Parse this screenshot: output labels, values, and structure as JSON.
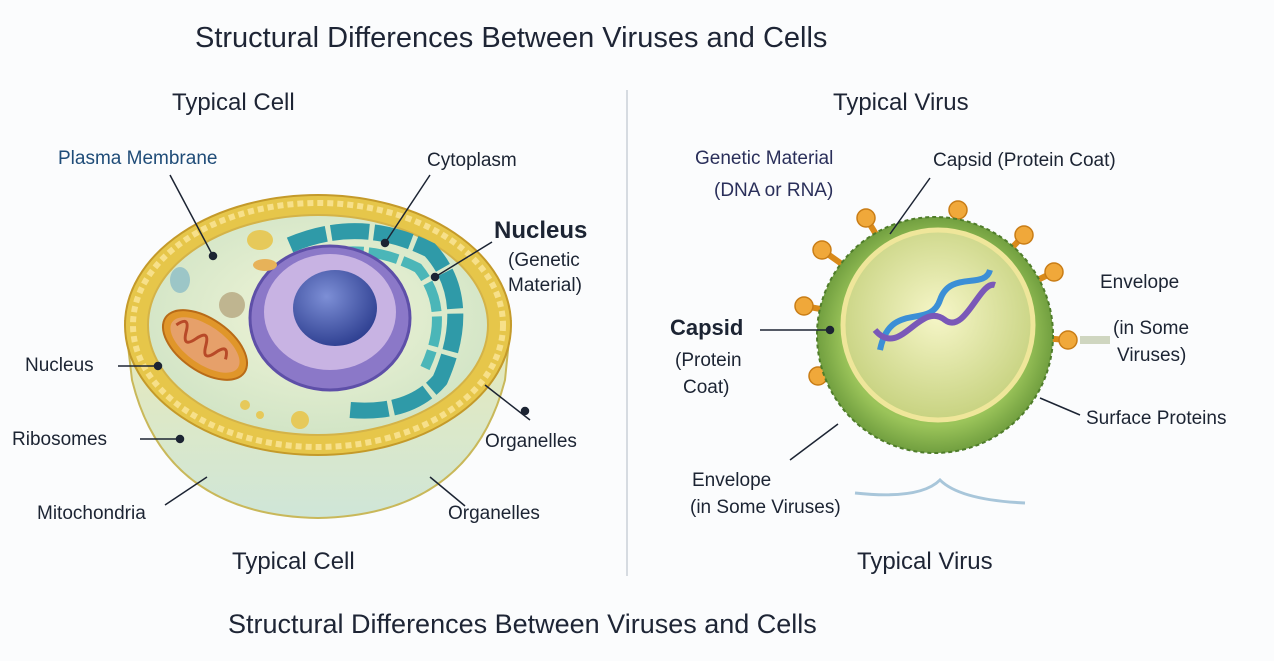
{
  "title_top": "Structural Differences Between Viruses and Cells",
  "title_bottom": "Structural Differences Between Viruses and Cells",
  "cell": {
    "heading": "Typical Cell",
    "caption": "Typical Cell",
    "labels": {
      "plasma_membrane": "Plasma Membrane",
      "cytoplasm": "Cytoplasm",
      "nucleus_main": "Nucleus",
      "nucleus_sub1": "(Genetic",
      "nucleus_sub2": "Material)",
      "nucleus_left": "Nucleus",
      "ribosomes": "Ribosomes",
      "mitochondria": "Mitochondria",
      "organelles_1": "Organelles",
      "organelles_2": "Organelles"
    }
  },
  "virus": {
    "heading": "Typical Virus",
    "caption": "Typical Virus",
    "labels": {
      "genetic_material": "Genetic Material",
      "genetic_material_sub": "(DNA or RNA)",
      "capsid_top": "Capsid (Protein Coat)",
      "envelope_right": "Envelope",
      "envelope_right_sub1": "(in Some",
      "envelope_right_sub2": "Viruses)",
      "capsid_left": "Capsid",
      "capsid_left_sub1": "(Protein",
      "capsid_left_sub2": "Coat)",
      "surface_proteins": "Surface Proteins",
      "envelope_bottom": "Envelope",
      "envelope_bottom_sub": "(in Some Viruses)"
    }
  }
}
